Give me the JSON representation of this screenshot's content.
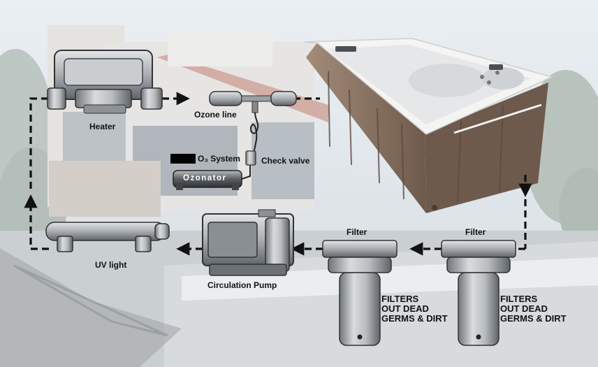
{
  "labels": {
    "heater": "Heater",
    "ozone_line": "Ozone line",
    "o3_system": "O₃ System",
    "check_valve": "Check valve",
    "ozonator": "Ozonator",
    "uv_light": "UV light",
    "circulation_pump": "Circulation Pump",
    "filter_left": "Filter",
    "filter_right": "Filter"
  },
  "filter_notes": {
    "left": [
      "FILTERS",
      "OUT DEAD",
      "GERMS & DIRT"
    ],
    "right": [
      "FILTERS",
      "OUT DEAD",
      "GERMS & DIRT"
    ]
  },
  "colors": {
    "flow_line": "#111111",
    "component_metal": "#9aa0a4",
    "spa_wood": "#8a7565",
    "spa_shell": "#f4f4f2",
    "sky": "#dfe5ea"
  }
}
